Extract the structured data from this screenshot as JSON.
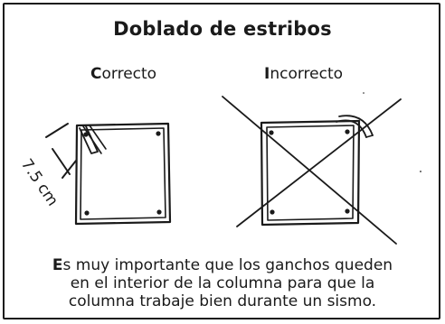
{
  "title": "Doblado de estribos",
  "correct_label": {
    "first_letter": "C",
    "rest": "orrecto"
  },
  "incorrect_label": {
    "first_letter": "I",
    "rest": "ncorrecto"
  },
  "dimension_label": "7.5 cm",
  "caption": {
    "first_letter": "E",
    "line1_rest": "s muy importante que los ganchos queden",
    "line2": "en el interior de la columna para que la",
    "line3": "columna trabaje bien durante un sismo."
  }
}
